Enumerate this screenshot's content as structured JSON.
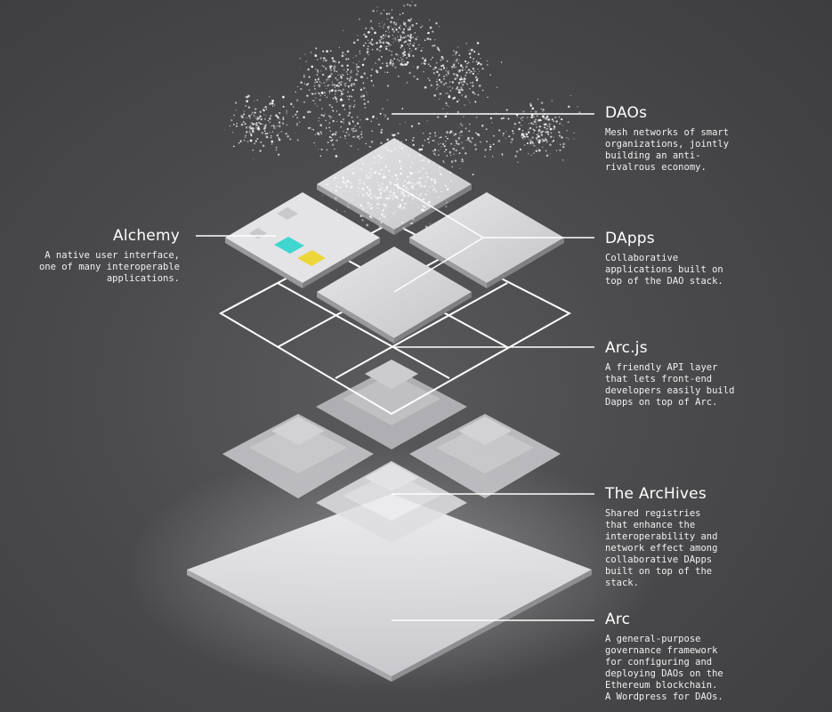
{
  "labels": {
    "daos": {
      "title": "DAOs",
      "desc": "Mesh networks of smart\norganizations, jointly\nbuilding an anti-\nrivalrous economy."
    },
    "dapps": {
      "title": "DApps",
      "desc": "Collaborative\napplications built on\ntop of the DAO stack."
    },
    "arcjs": {
      "title": "Arc.js",
      "desc": "A friendly API layer\nthat lets front-end\ndevelopers easily build\nDapps on top of Arc."
    },
    "archives": {
      "title": "The ArcHives",
      "desc": "Shared registries\nthat enhance the\ninteroperability and\nnetwork effect among\ncollaborative DApps\nbuilt on top of the\nstack."
    },
    "arc": {
      "title": "Arc",
      "desc": "A general-purpose\ngovernance framework\nfor configuring and\ndeploying DAOs on the\nEthereum blockchain.\nA Wordpress for DAOs."
    },
    "alchemy": {
      "title": "Alchemy",
      "desc": "A native user interface,\none of many interoperable\napplications."
    }
  },
  "colors": {
    "tile": "#d4d4d8",
    "tile_side": "#9a9a9e",
    "accent_teal": "#3fd6cf",
    "accent_yellow": "#ecd63a",
    "line": "#ffffff"
  }
}
